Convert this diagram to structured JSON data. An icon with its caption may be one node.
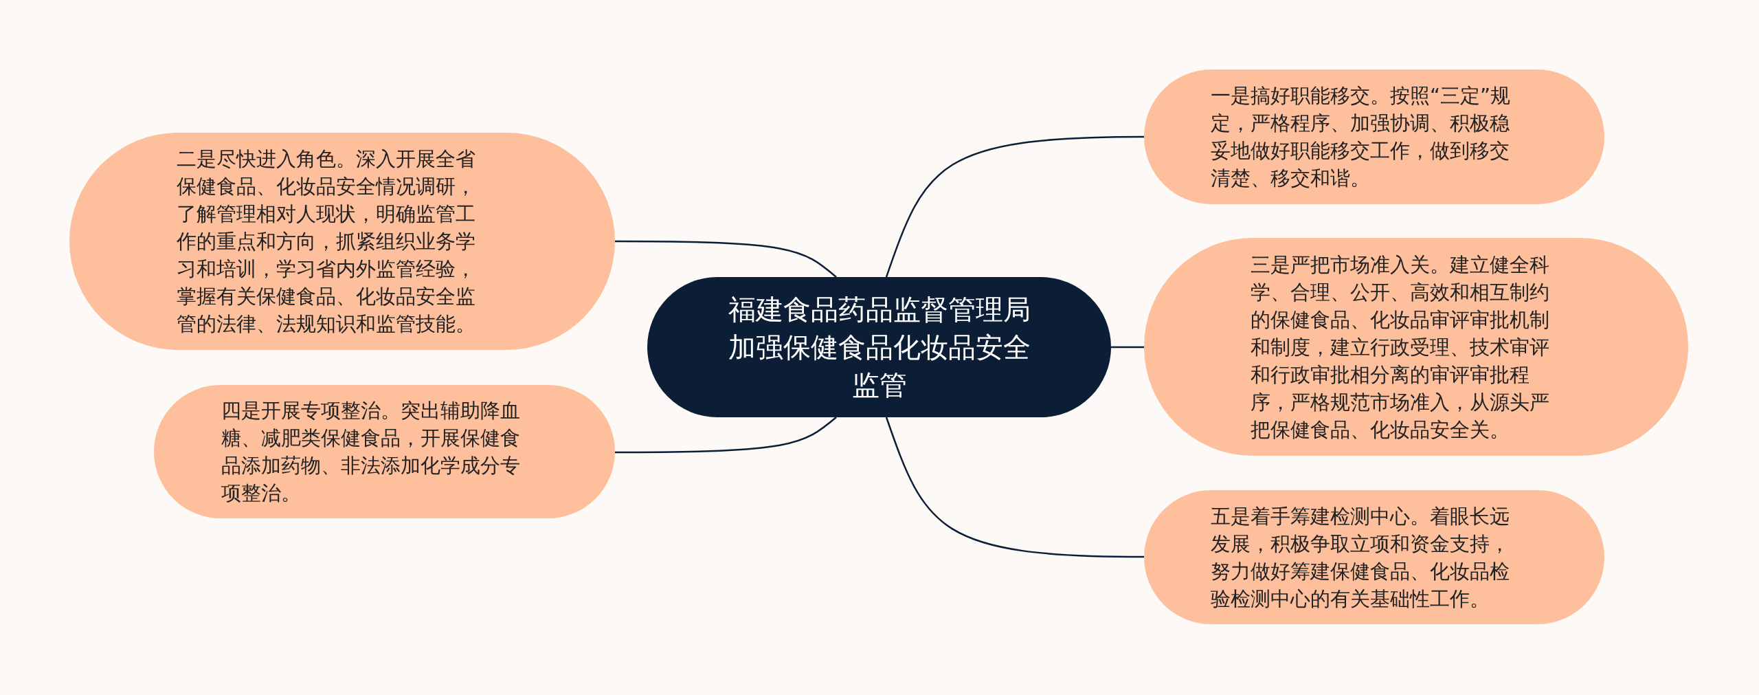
{
  "diagram": {
    "nodes": [
      {
        "text": [
          "福建食品药品监督管理局加强保健食品化妆品安全监管"
        ]
      },
      {
        "text": [
          "一是搞好职能移交。按照“三定”规定，严格程序、加强协调、积极稳妥地做好职能移交工作，做到移交清楚、移交和谐。"
        ]
      },
      {
        "text": [
          "二是尽快进入角色。深入开展全省保健食品、化妆品安全情况调研，了解管理相对人现状，明确监管工作的重点和方向，抓紧组织业务学习和培训，学习省内外监管经验，掌握有关保健食品、化妆品安全监管的法律、法规知识和监管技能。"
        ]
      },
      {
        "text": [
          "三是严把市场准入关。建立健全科学、合理、公开、高效和相互制约的保健食品、化妆品审评审批机制和制度，建立行政受理、技术审评和行政审批相分离的审评审批程序，严格规范市场准入，从源头严把保健食品、化妆品安全关。"
        ]
      },
      {
        "text": [
          "四是开展专项整治。突出辅助降血糖、减肥类保健食品，开展保健食品添加药物、非法添加化学成分专项整治。"
        ]
      },
      {
        "text": [
          "五是着手筹建检测中心。着眼长远发展，积极争取立项和资金支持，努力做好筹建保健食品、化妆品检验检测中心的有关基础性工作。"
        ]
      }
    ],
    "edges": [
      {
        "from": 0,
        "to": 1,
        "arrow": "none"
      },
      {
        "from": 0,
        "to": 2,
        "arrow": "none"
      },
      {
        "from": 0,
        "to": 3,
        "arrow": "none"
      },
      {
        "from": 0,
        "to": 4,
        "arrow": "none"
      },
      {
        "from": 0,
        "to": 5,
        "arrow": "none"
      }
    ]
  }
}
